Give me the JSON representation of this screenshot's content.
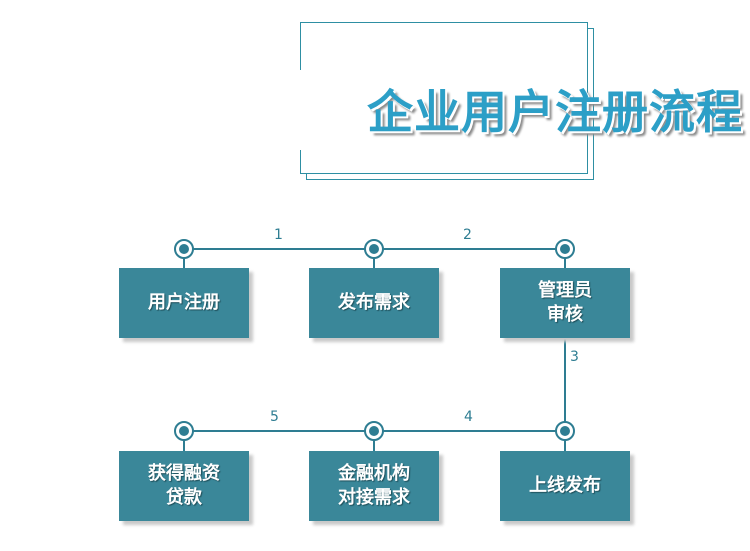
{
  "title": "企业用户注册流程",
  "steps": [
    {
      "label": "用户注册"
    },
    {
      "label": "发布需求"
    },
    {
      "label": "管理员\n审核"
    },
    {
      "label": "获得融资\n贷款"
    },
    {
      "label": "金融机构\n对接需求"
    },
    {
      "label": "上线发布"
    }
  ],
  "connectors": [
    "1",
    "2",
    "3",
    "4",
    "5"
  ],
  "colors": {
    "box": "#3a8799",
    "line": "#2e7d92",
    "title": "#2c9fc7"
  }
}
